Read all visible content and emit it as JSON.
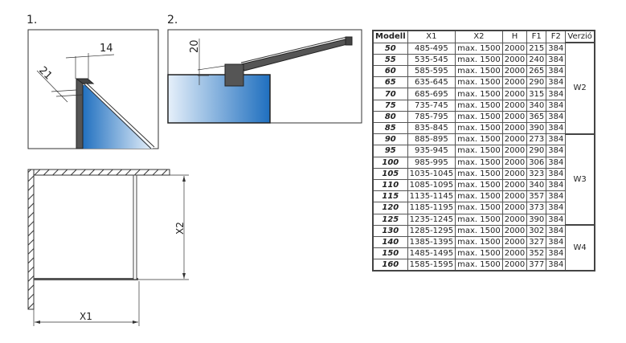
{
  "diagram1": {
    "label": "1.",
    "dim_width": "14",
    "dim_thickness": "21"
  },
  "diagram2": {
    "label": "2.",
    "dim_height": "20"
  },
  "plan": {
    "dim_x1": "X1",
    "dim_x2": "X2"
  },
  "table": {
    "headers": [
      "Modell",
      "X1",
      "X2",
      "H",
      "F1",
      "F2",
      "Verzió"
    ],
    "groups": [
      {
        "version": "W2",
        "rows": [
          [
            "50",
            "485-495",
            "max. 1500",
            "2000",
            "215",
            "384"
          ],
          [
            "55",
            "535-545",
            "max. 1500",
            "2000",
            "240",
            "384"
          ],
          [
            "60",
            "585-595",
            "max. 1500",
            "2000",
            "265",
            "384"
          ],
          [
            "65",
            "635-645",
            "max. 1500",
            "2000",
            "290",
            "384"
          ],
          [
            "70",
            "685-695",
            "max. 1500",
            "2000",
            "315",
            "384"
          ],
          [
            "75",
            "735-745",
            "max. 1500",
            "2000",
            "340",
            "384"
          ],
          [
            "80",
            "785-795",
            "max. 1500",
            "2000",
            "365",
            "384"
          ],
          [
            "85",
            "835-845",
            "max. 1500",
            "2000",
            "390",
            "384"
          ]
        ]
      },
      {
        "version": "W3",
        "rows": [
          [
            "90",
            "885-895",
            "max. 1500",
            "2000",
            "273",
            "384"
          ],
          [
            "95",
            "935-945",
            "max. 1500",
            "2000",
            "290",
            "384"
          ],
          [
            "100",
            "985-995",
            "max. 1500",
            "2000",
            "306",
            "384"
          ],
          [
            "105",
            "1035-1045",
            "max. 1500",
            "2000",
            "323",
            "384"
          ],
          [
            "110",
            "1085-1095",
            "max. 1500",
            "2000",
            "340",
            "384"
          ],
          [
            "115",
            "1135-1145",
            "max. 1500",
            "2000",
            "357",
            "384"
          ],
          [
            "120",
            "1185-1195",
            "max. 1500",
            "2000",
            "373",
            "384"
          ],
          [
            "125",
            "1235-1245",
            "max. 1500",
            "2000",
            "390",
            "384"
          ]
        ]
      },
      {
        "version": "W4",
        "rows": [
          [
            "130",
            "1285-1295",
            "max. 1500",
            "2000",
            "302",
            "384"
          ],
          [
            "140",
            "1385-1395",
            "max. 1500",
            "2000",
            "327",
            "384"
          ],
          [
            "150",
            "1485-1495",
            "max. 1500",
            "2000",
            "352",
            "384"
          ],
          [
            "160",
            "1585-1595",
            "max. 1500",
            "2000",
            "377",
            "384"
          ]
        ]
      }
    ]
  }
}
